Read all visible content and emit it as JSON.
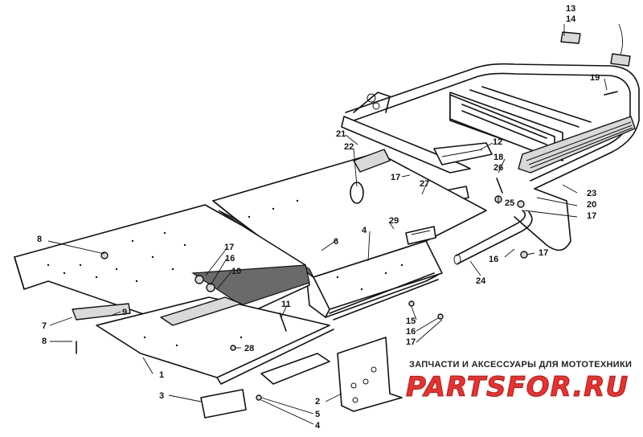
{
  "diagram": {
    "callouts": [
      "13",
      "14",
      "19",
      "21",
      "22",
      "12",
      "18",
      "26",
      "17",
      "27",
      "25",
      "23",
      "20",
      "17",
      "29",
      "4",
      "6",
      "8",
      "17",
      "16",
      "10",
      "16",
      "17",
      "24",
      "9",
      "11",
      "7",
      "8",
      "15",
      "16",
      "17",
      "28",
      "1",
      "3",
      "5",
      "4",
      "2"
    ]
  },
  "watermark": {
    "tagline": "ЗАПЧАСТИ И АКСЕССУАРЫ ДЛЯ МОТОТЕХНИКИ",
    "logo": "PARTSFOR.RU"
  }
}
